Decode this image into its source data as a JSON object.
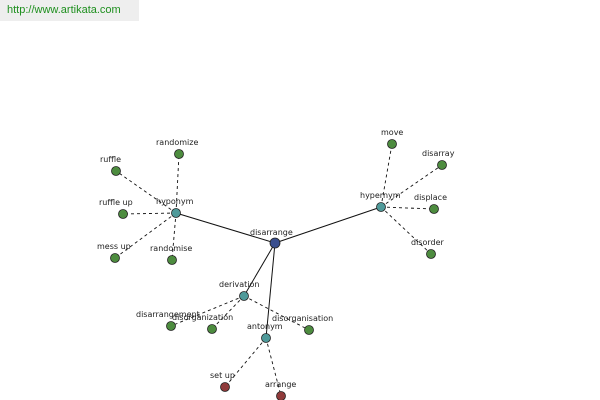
{
  "source": {
    "url_text": "http://www.artikata.com"
  },
  "colors": {
    "root": "#3a4f8f",
    "relation": "#4f9a9a",
    "word": "#4d8c3f",
    "antonym_word": "#8f3a3a",
    "outline": "#222222"
  },
  "graph": {
    "root": {
      "word": "disarrange"
    },
    "relations": [
      {
        "key": "hyponym",
        "label": "hyponym",
        "words": [
          "randomize",
          "ruffle",
          "ruffle up",
          "mess up",
          "randomise"
        ]
      },
      {
        "key": "hypernym",
        "label": "hypernym",
        "words": [
          "move",
          "disarray",
          "displace",
          "disorder"
        ]
      },
      {
        "key": "derivation",
        "label": "derivation",
        "words": [
          "disarrangement",
          "disorganization",
          "disorganisation"
        ]
      },
      {
        "key": "antonym",
        "label": "antonym",
        "words": [
          "set up",
          "arrange"
        ]
      }
    ]
  }
}
